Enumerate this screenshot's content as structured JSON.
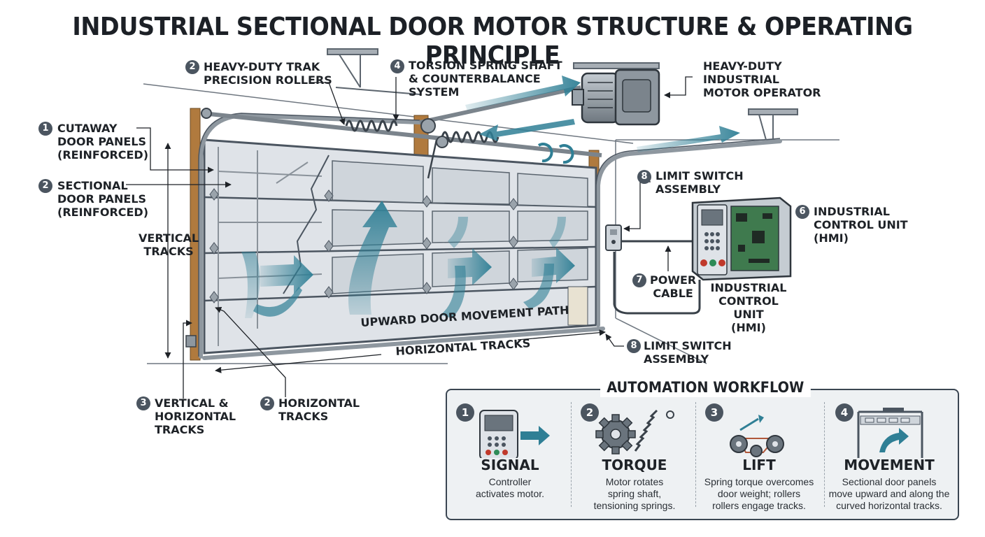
{
  "title": "INDUSTRIAL SECTIONAL DOOR MOTOR STRUCTURE & OPERATING PRINCIPLE",
  "colors": {
    "accent_teal": "#2f7f95",
    "panel_fill": "#dfe3e8",
    "track_steel": "#8e979f",
    "wood_jamb": "#b07a3e",
    "ink": "#1e2227",
    "badge": "#4b5560"
  },
  "labels": {
    "heavy_duty_track": {
      "num": "2",
      "lines": [
        "HEAVY-DUTY TRAK",
        "PRECISION ROLLERS"
      ]
    },
    "torsion_spring": {
      "num": "4",
      "lines": [
        "TORSION SPRING SHAFT",
        "& COUNTERBALANCE",
        "SYSTEM"
      ]
    },
    "motor_operator": {
      "lines": [
        "HEAVY-DUTY",
        "INDUSTRIAL",
        "MOTOR OPERATOR"
      ]
    },
    "cutaway_panels": {
      "num": "1",
      "lines": [
        "CUTAWAY",
        "DOOR PANELS",
        "(REINFORCED)"
      ]
    },
    "sectional_panels": {
      "num": "2",
      "lines": [
        "SECTIONAL",
        "DOOR PANELS",
        "(REINFORCED)"
      ]
    },
    "vertical_tracks": {
      "lines": [
        "VERTICAL",
        "TRACKS"
      ]
    },
    "limit_switch_top": {
      "num": "8",
      "lines": [
        "LIMIT SWITCH",
        "ASSEMBLY"
      ]
    },
    "control_unit_top": {
      "num": "6",
      "lines": [
        "INDUSTRIAL",
        "CONTROL UNIT",
        "(HMI)"
      ]
    },
    "power_cable": {
      "num": "7",
      "lines": [
        "POWER",
        "CABLE"
      ]
    },
    "control_unit_bottom": {
      "lines": [
        "INDUSTRIAL",
        "CONTROL UNIT",
        "(HMI)"
      ]
    },
    "upward_path": {
      "lines": [
        "UPWARD DOOR MOVEMENT PATH"
      ]
    },
    "horizontal_tracks_mid": {
      "lines": [
        "HORIZONTAL TRACKS"
      ]
    },
    "limit_switch_bottom": {
      "num": "8",
      "lines": [
        "LIMIT SWITCH",
        "ASSEMBLY"
      ]
    },
    "vh_tracks": {
      "num": "3",
      "lines": [
        "VERTICAL &",
        "HORIZONTAL",
        "TRACKS"
      ]
    },
    "horizontal_tracks_bottom": {
      "num": "2",
      "lines": [
        "HORIZONTAL",
        "TRACKS"
      ]
    }
  },
  "workflow": {
    "title": "AUTOMATION WORKFLOW",
    "steps": [
      {
        "num": "1",
        "icon": "controller-icon",
        "heading": "SIGNAL",
        "desc": [
          "Controller",
          "activates motor."
        ]
      },
      {
        "num": "2",
        "icon": "gear-spring-icon",
        "heading": "TORQUE",
        "desc": [
          "Motor rotates",
          "spring shaft,",
          "tensioning springs."
        ]
      },
      {
        "num": "3",
        "icon": "pulley-belt-icon",
        "heading": "LIFT",
        "desc": [
          "Spring torque overcomes",
          "door weight; rollers",
          "rollers engage tracks."
        ]
      },
      {
        "num": "4",
        "icon": "door-up-icon",
        "heading": "MOVEMENT",
        "desc": [
          "Sectional door panels",
          "move upward and along the",
          "curved horizontal tracks."
        ]
      }
    ]
  }
}
